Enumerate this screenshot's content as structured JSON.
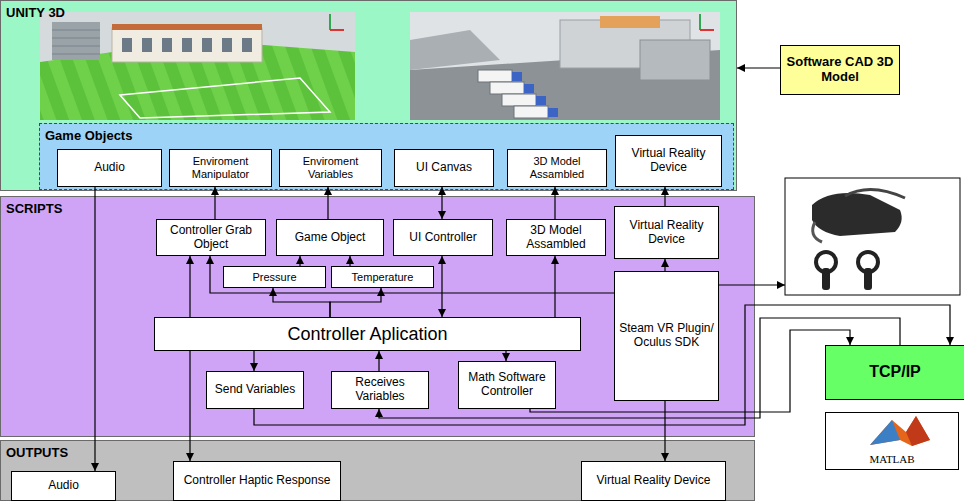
{
  "diagram": {
    "nodes": [
      {
        "text": [
          "UNITY 3D"
        ]
      },
      {
        "text": [
          "Game Objects"
        ],
        "in": 0
      },
      {
        "text": [
          "Audio"
        ],
        "in": 1
      },
      {
        "text": [
          "Enviroment Manipulator"
        ],
        "in": 1
      },
      {
        "text": [
          "Enviroment Variables"
        ],
        "in": 1
      },
      {
        "text": [
          "UI Canvas"
        ],
        "in": 1
      },
      {
        "text": [
          "3D Model Assambled"
        ],
        "in": 1
      },
      {
        "text": [
          "Virtual Reality Device"
        ],
        "in": 1
      },
      {
        "text": [
          "Software CAD 3D Model"
        ]
      },
      {
        "text": [
          "SCRIPTS"
        ]
      },
      {
        "text": [
          "Controller Grab Object"
        ],
        "in": 9
      },
      {
        "text": [
          "Game Object"
        ],
        "in": 9
      },
      {
        "text": [
          "UI Controller"
        ],
        "in": 9
      },
      {
        "text": [
          "3D Model Assambled"
        ],
        "in": 9
      },
      {
        "text": [
          "Virtual Reality Device"
        ],
        "in": 9
      },
      {
        "text": [
          "Pressure"
        ],
        "in": 9
      },
      {
        "text": [
          "Temperature"
        ],
        "in": 9
      },
      {
        "text": [
          "Controller Aplication"
        ],
        "in": 9
      },
      {
        "text": [
          "Steam VR Plugin/ Oculus SDK"
        ],
        "in": 9
      },
      {
        "text": [
          "Send Variables"
        ],
        "in": 9
      },
      {
        "text": [
          "Receives Variables"
        ],
        "in": 9
      },
      {
        "text": [
          "Math Software Controller"
        ],
        "in": 9
      },
      {
        "text": [
          "TCP/IP"
        ]
      },
      {
        "text": [
          "MATLAB"
        ]
      },
      {
        "text": [
          "OUTPUTS"
        ]
      },
      {
        "text": [
          "Audio"
        ],
        "in": 24
      },
      {
        "text": [
          "Controller Haptic Response"
        ],
        "in": 24
      },
      {
        "text": [
          "Virtual Reality Device"
        ],
        "in": 24
      }
    ],
    "edges": [
      {
        "from": 8,
        "to": 0,
        "arrow": "to"
      },
      {
        "from": 2,
        "to": 25,
        "arrow": "to"
      },
      {
        "from": 10,
        "to": 3,
        "arrow": "to"
      },
      {
        "from": 11,
        "to": 4,
        "arrow": "to"
      },
      {
        "from": 12,
        "to": 5,
        "arrow": "both"
      },
      {
        "from": 13,
        "to": 6,
        "arrow": "to"
      },
      {
        "from": 14,
        "to": 7,
        "arrow": "to"
      },
      {
        "from": 18,
        "to": 14,
        "arrow": "to"
      },
      {
        "from": 15,
        "to": 11,
        "arrow": "to"
      },
      {
        "from": 16,
        "to": 11,
        "arrow": "to"
      },
      {
        "from": 17,
        "to": 15,
        "arrow": "to"
      },
      {
        "from": 17,
        "to": 16,
        "arrow": "to"
      },
      {
        "from": 17,
        "to": 10,
        "arrow": "to"
      },
      {
        "from": 17,
        "to": 12,
        "arrow": "both"
      },
      {
        "from": 17,
        "to": 13,
        "arrow": "to"
      },
      {
        "from": 17,
        "to": 19,
        "arrow": "to"
      },
      {
        "from": 20,
        "to": 17,
        "arrow": "to"
      },
      {
        "from": 17,
        "to": 21,
        "arrow": "to"
      },
      {
        "from": 18,
        "to": 10,
        "arrow": "to"
      },
      {
        "from": 19,
        "to": 22,
        "arrow": "to"
      },
      {
        "from": 22,
        "to": 20,
        "arrow": "to"
      },
      {
        "from": 21,
        "to": 22,
        "arrow": "to"
      },
      {
        "from": 17,
        "to": 26,
        "arrow": "to"
      },
      {
        "from": 18,
        "to": 27,
        "arrow": "to"
      }
    ]
  }
}
